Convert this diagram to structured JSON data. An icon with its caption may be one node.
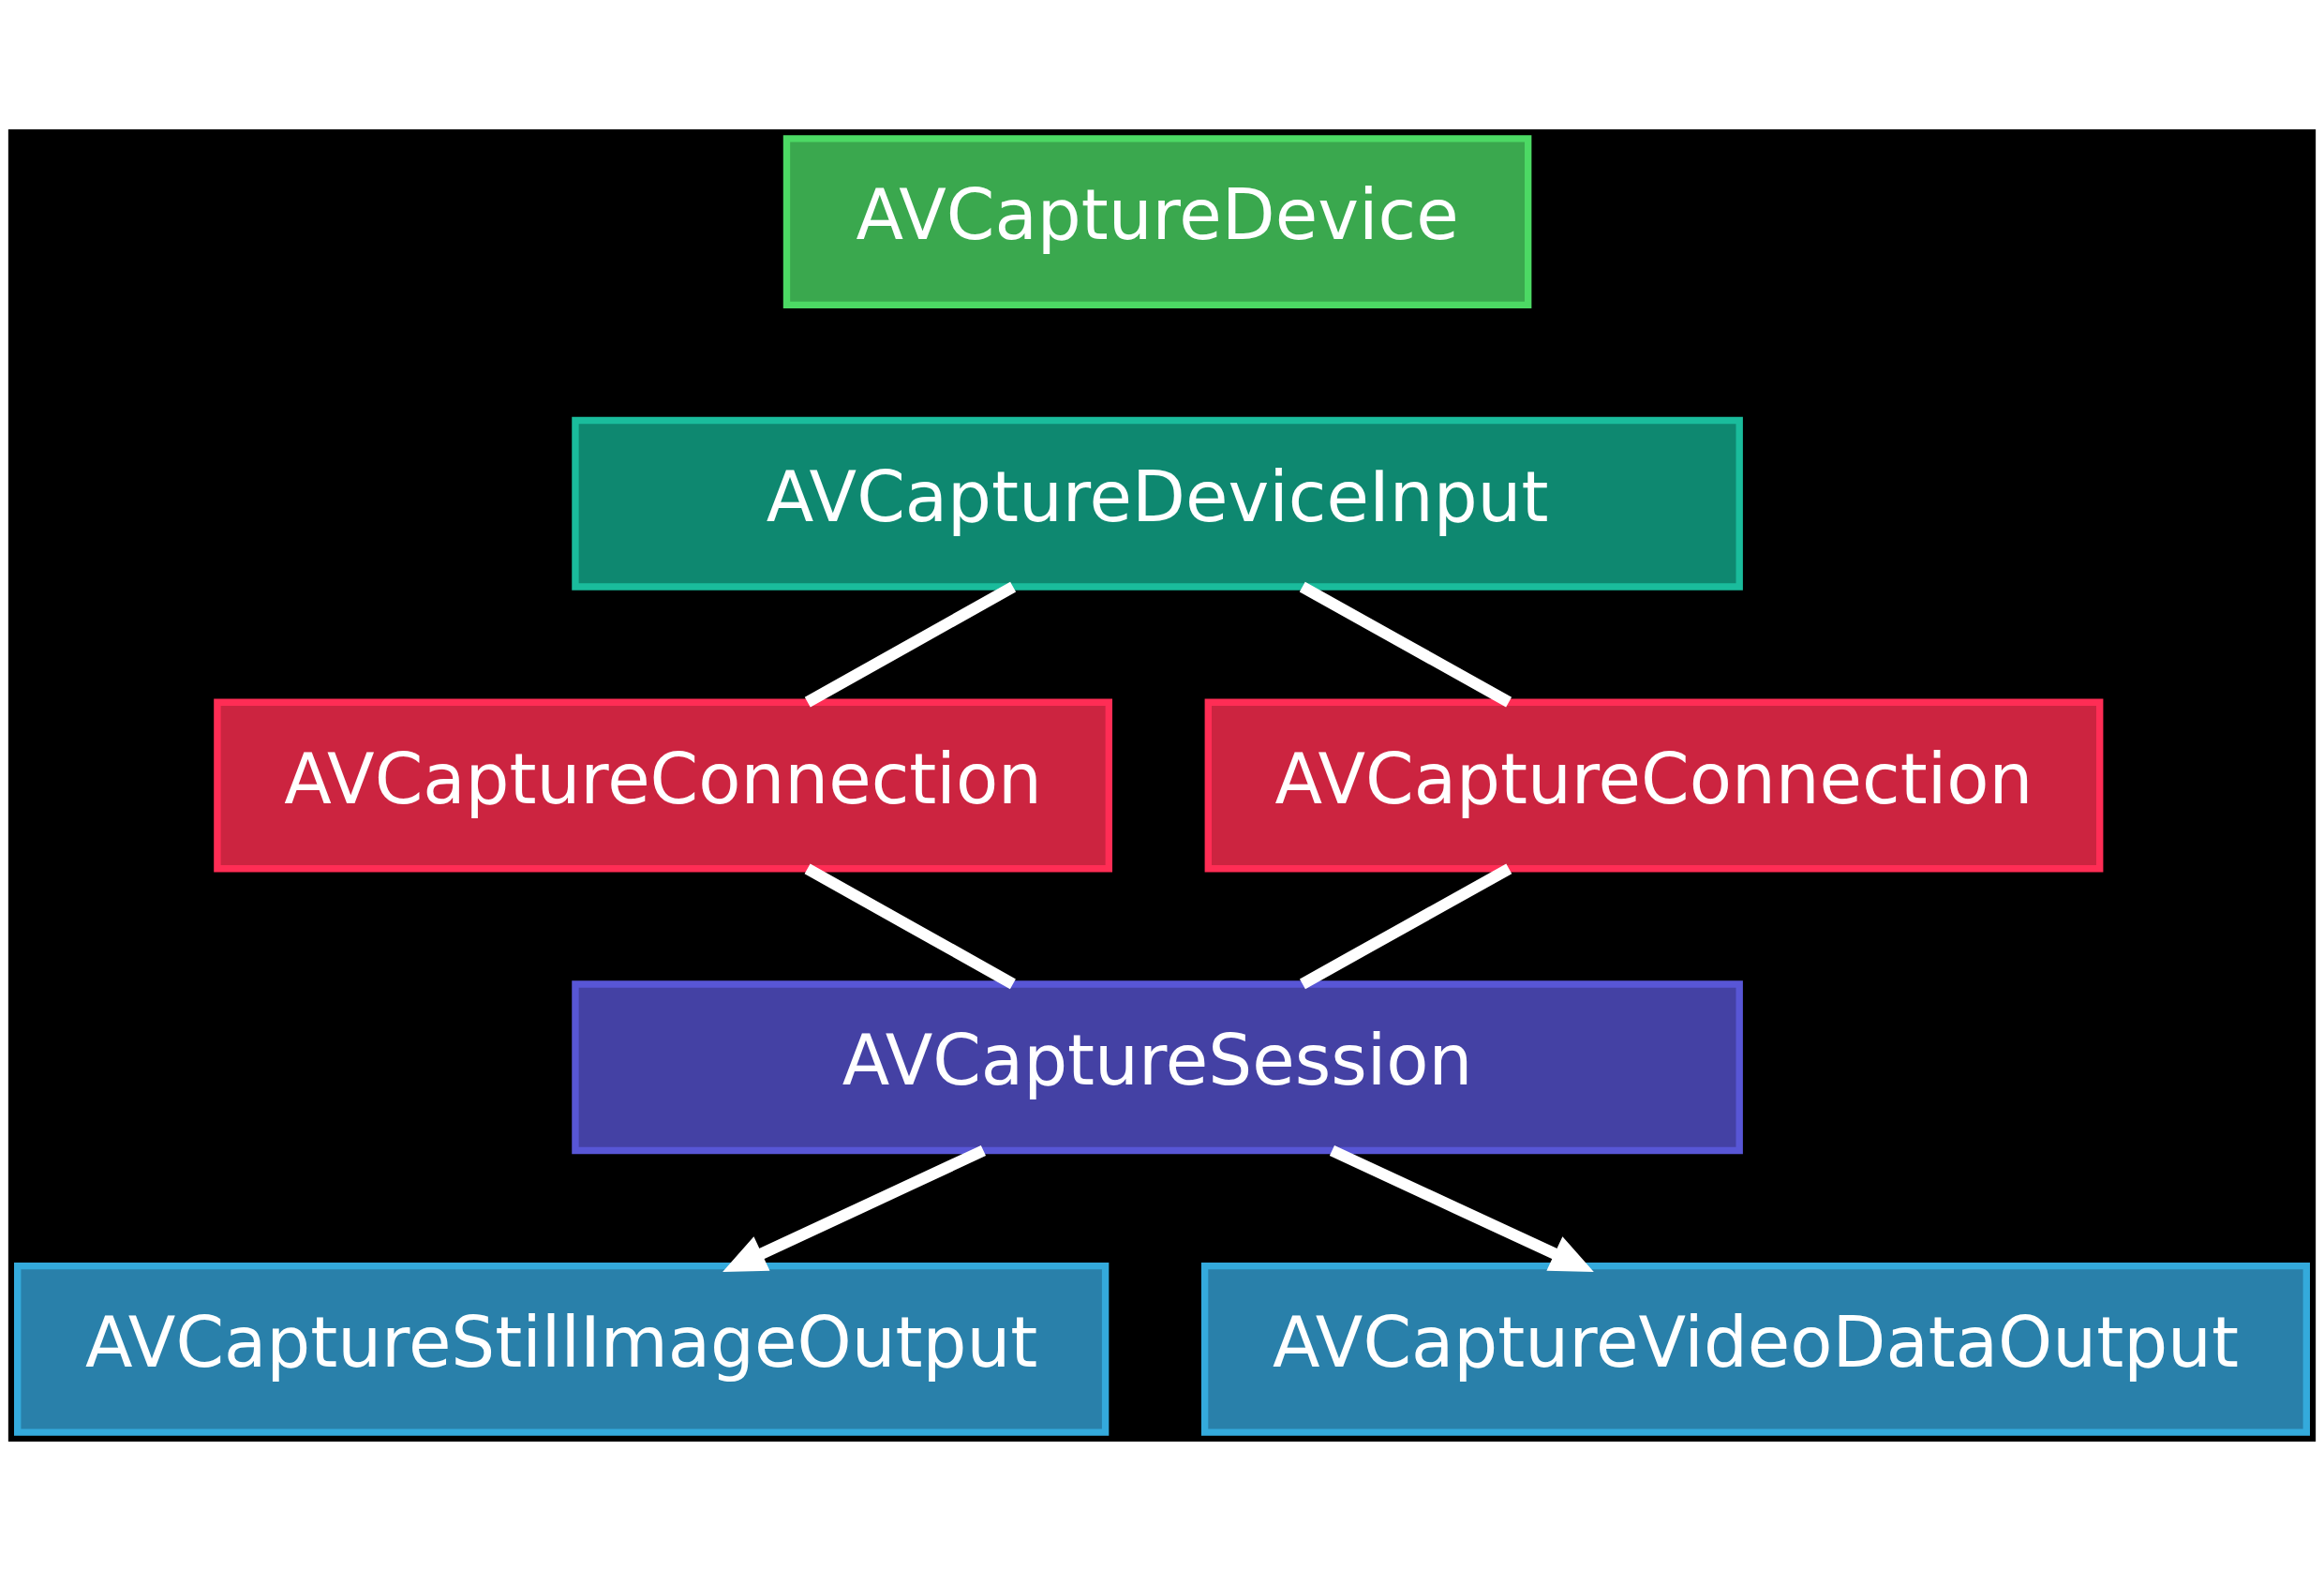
{
  "diagram": {
    "nodes": [
      {
        "text": [
          "AVCaptureDevice"
        ]
      },
      {
        "text": [
          "AVCaptureDeviceInput"
        ]
      },
      {
        "text": [
          "AVCaptureConnection"
        ]
      },
      {
        "text": [
          "AVCaptureConnection"
        ]
      },
      {
        "text": [
          "AVCaptureSession"
        ]
      },
      {
        "text": [
          "AVCaptureStillImageOutput"
        ]
      },
      {
        "text": [
          "AVCaptureVideoDataOutput"
        ]
      }
    ],
    "edges": [
      {
        "from": 1,
        "to": 2,
        "arrow": "none"
      },
      {
        "from": 2,
        "to": 4,
        "arrow": "none"
      },
      {
        "from": 4,
        "to": 5,
        "arrow": "to"
      },
      {
        "from": 1,
        "to": 3,
        "arrow": "none"
      },
      {
        "from": 3,
        "to": 4,
        "arrow": "none"
      },
      {
        "from": 4,
        "to": 6,
        "arrow": "to"
      }
    ]
  }
}
